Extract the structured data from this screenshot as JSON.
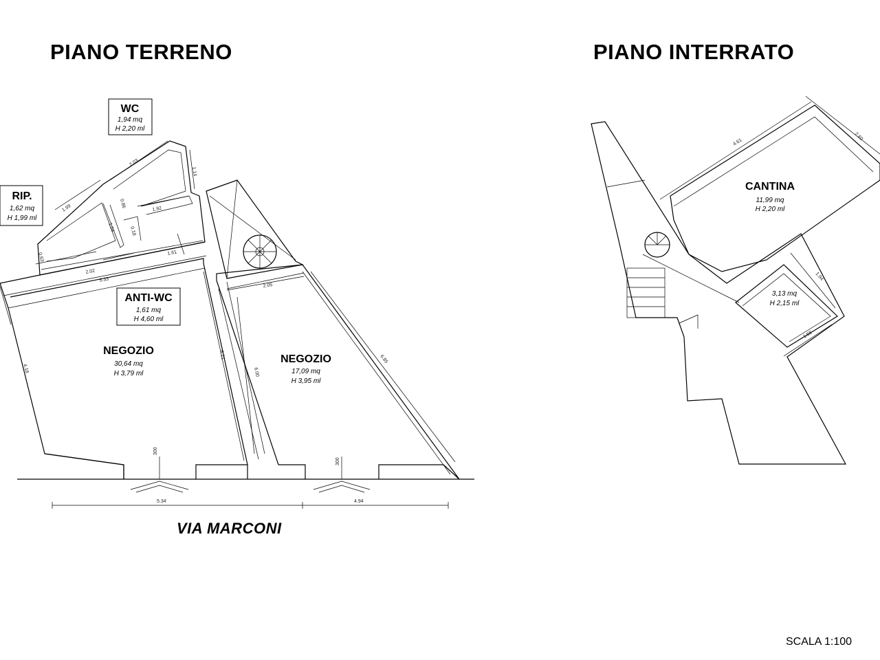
{
  "titles": {
    "ground_floor": "PIANO TERRENO",
    "basement": "PIANO INTERRATO"
  },
  "street": "VIA MARCONI",
  "scale": "SCALA 1:100",
  "ground_rooms": {
    "wc": {
      "name": "WC",
      "area": "1,94 mq",
      "height": "H 2,20 ml"
    },
    "rip": {
      "name": "RIP.",
      "area": "1,62 mq",
      "height": "H 1,99 ml"
    },
    "anti_wc": {
      "name": "ANTI-WC",
      "area": "1,61 mq",
      "height": "H 4,60 ml"
    },
    "negozio_1": {
      "name": "NEGOZIO",
      "area": "30,64 mq",
      "height": "H 3,79 ml"
    },
    "negozio_2": {
      "name": "NEGOZIO",
      "area": "17,09 mq",
      "height": "H 3,95 ml"
    }
  },
  "basement_rooms": {
    "cantina": {
      "name": "CANTINA",
      "area": "11,99 mq",
      "height": "H 2,20 ml"
    },
    "small_room": {
      "area": "3,13 mq",
      "height": "H 2,15 ml"
    }
  },
  "dimensions": {
    "front_left": "5.34",
    "front_right": "4.94",
    "d_533": "5.33",
    "d_202": "2.02",
    "d_161": "1.61",
    "d_205": "2.05",
    "d_621": "6.21",
    "d_600": "6.00",
    "d_685": "6.85",
    "d_418": "4.18",
    "d_199": "1.99",
    "d_203": "2.03",
    "d_114": "1.14",
    "d_192": "1.92",
    "d_104": "1.04",
    "d_063": "0.63",
    "d_086": "0.86",
    "d_018": "0.18",
    "c_461": "4.61",
    "c_260": "2.60",
    "c_194": "1.94",
    "c_158": "1.58",
    "door_h_1": "300",
    "door_h_2": "300"
  }
}
